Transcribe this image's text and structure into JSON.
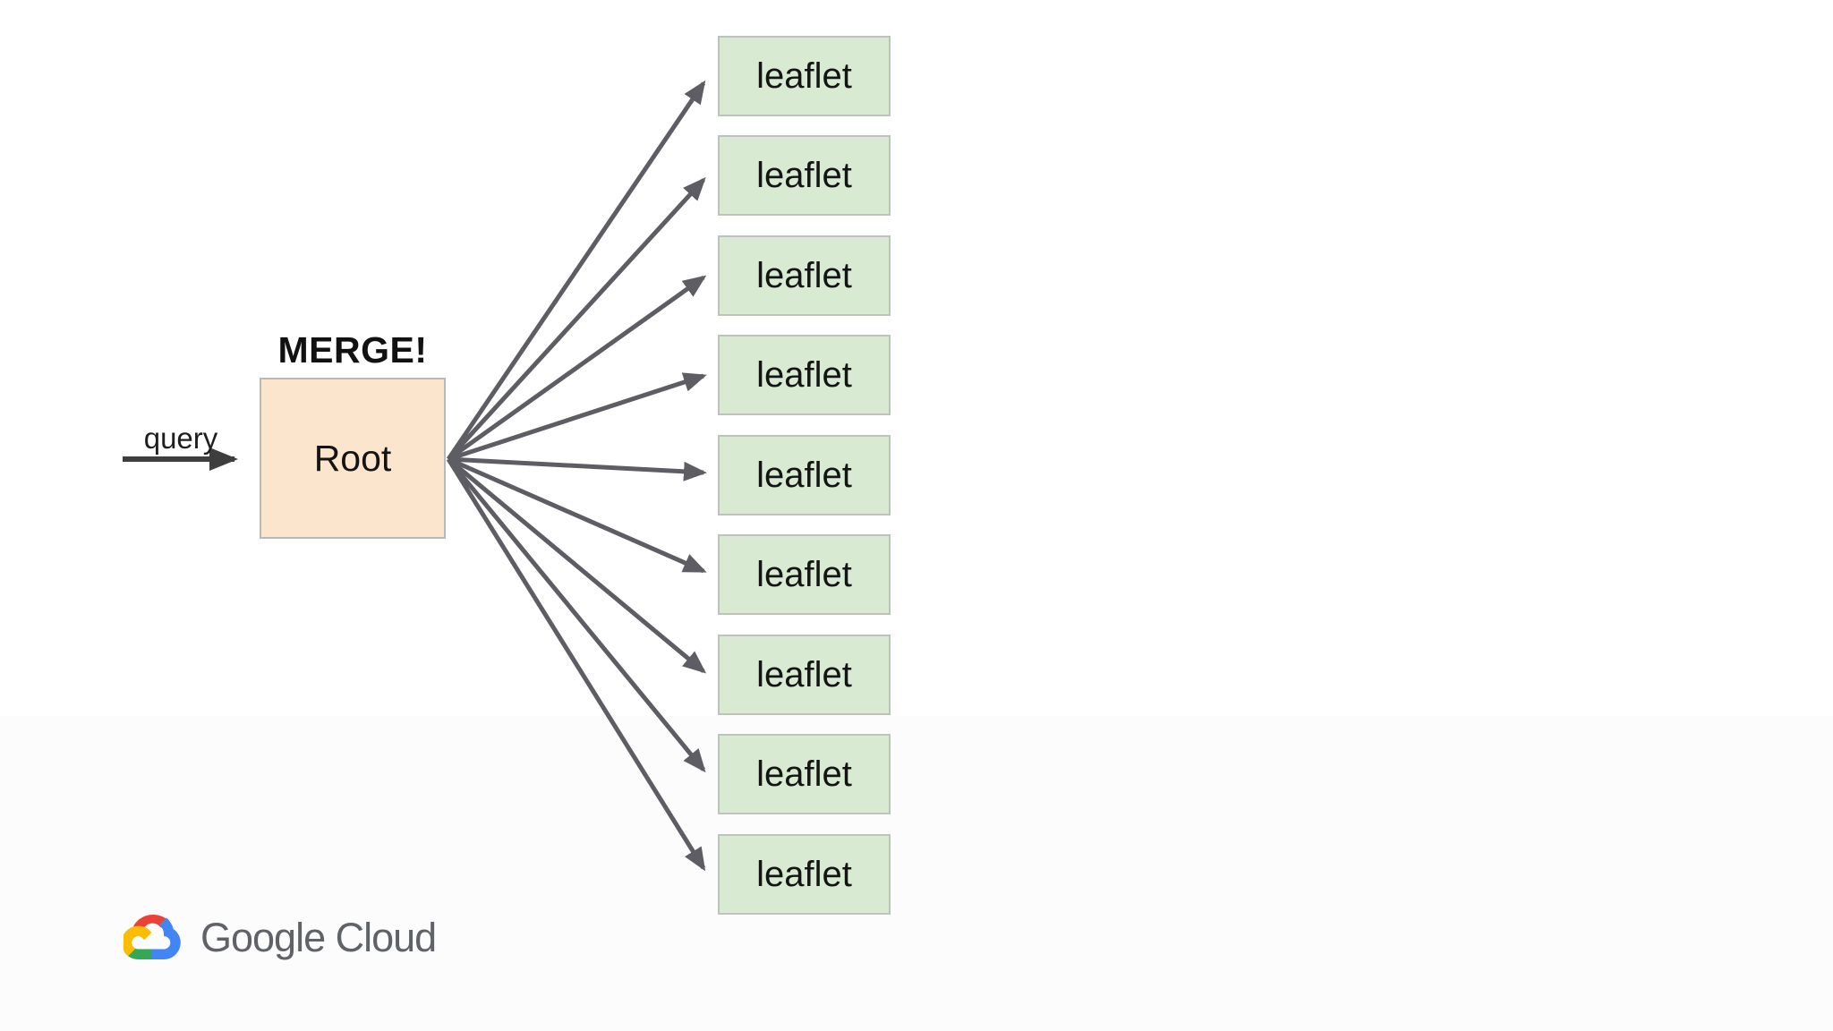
{
  "diagram": {
    "merge_label": "MERGE!",
    "query_label": "query",
    "root_label": "Root",
    "leaflet_count": 9,
    "leaflets": [
      "leaflet",
      "leaflet",
      "leaflet",
      "leaflet",
      "leaflet",
      "leaflet",
      "leaflet",
      "leaflet",
      "leaflet"
    ],
    "colors": {
      "root_fill": "#fce5cd",
      "root_border": "#b9b9b9",
      "leaflet_fill": "#d9ead3",
      "leaflet_border": "#bcc3ba",
      "fan_arrow": "#5d5d63",
      "query_arrow": "#3e3e3e",
      "label_text": "#1c1c1c"
    }
  },
  "footer": {
    "brand_label": "Google Cloud",
    "brand_color": "#5f6368",
    "logo_icon": "google-cloud-logo-icon",
    "logo_colors": {
      "red": "#EA4335",
      "blue": "#4285F4",
      "green": "#34A853",
      "yellow": "#FBBC05"
    }
  }
}
